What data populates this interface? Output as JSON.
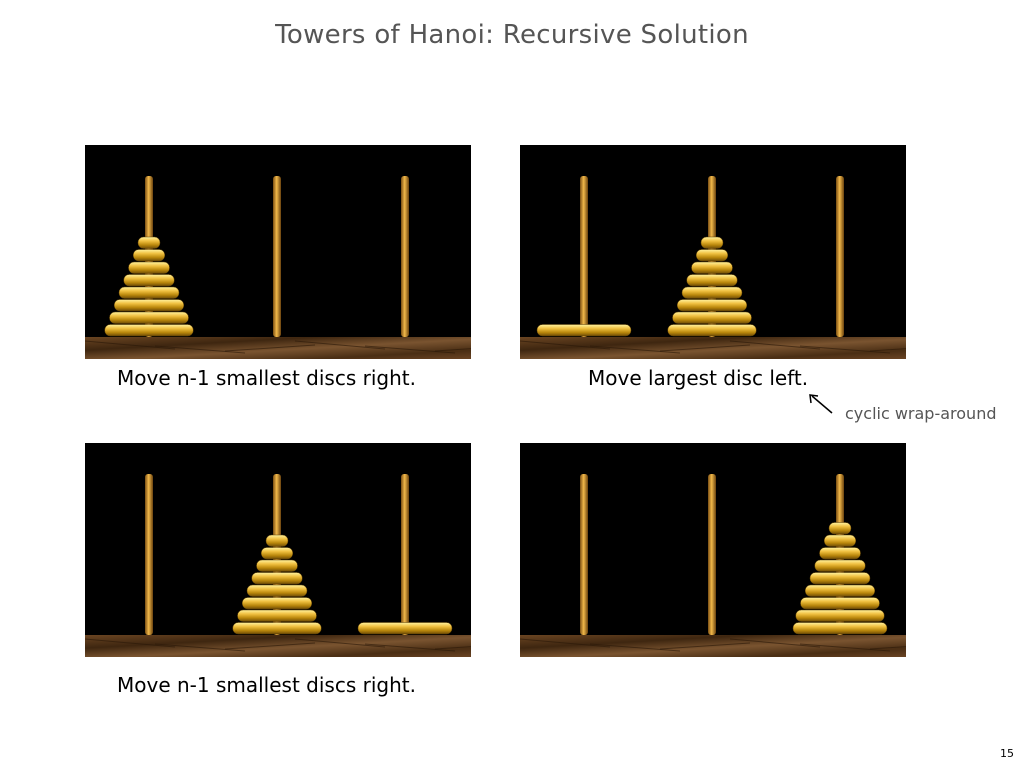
{
  "slide": {
    "title": "Towers of Hanoi:  Recursive Solution",
    "page_number": "15"
  },
  "annotation": {
    "text": "cyclic wrap-around"
  },
  "colors": {
    "background": "#000000",
    "gold": "#d4a017",
    "wood": "#5a3a1c"
  },
  "panels": [
    {
      "caption": "Move n-1 smallest discs right.",
      "pegs": [
        [
          8,
          7,
          6,
          5,
          4,
          3,
          2,
          1
        ],
        [],
        []
      ]
    },
    {
      "caption": "Move largest disc left.",
      "pegs": [
        [
          9
        ],
        [
          8,
          7,
          6,
          5,
          4,
          3,
          2,
          1
        ],
        []
      ]
    },
    {
      "caption": "Move n-1 smallest discs right.",
      "pegs": [
        [],
        [
          8,
          7,
          6,
          5,
          4,
          3,
          2,
          1
        ],
        [
          9
        ]
      ]
    },
    {
      "caption": "",
      "pegs": [
        [],
        [],
        [
          9,
          8,
          7,
          6,
          5,
          4,
          3,
          2,
          1
        ]
      ]
    }
  ]
}
